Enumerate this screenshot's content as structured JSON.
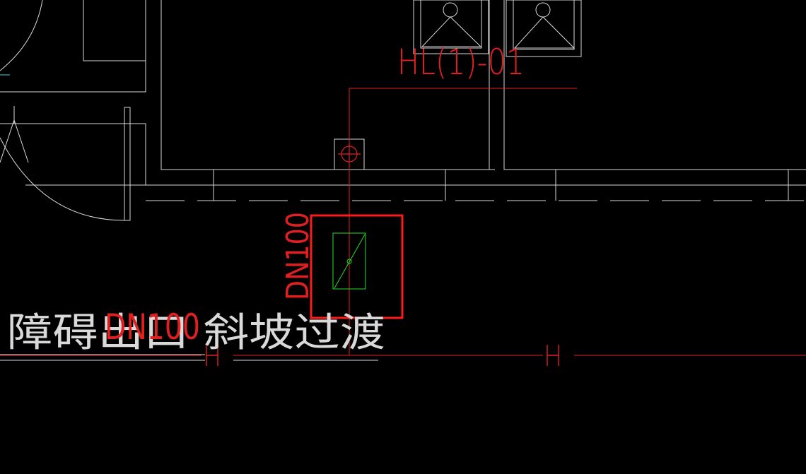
{
  "colors": {
    "background": "#000000",
    "architecture": "#d9d9d9",
    "pipe": "#e02020",
    "annotation": "#e02020",
    "valve": "#22e022",
    "highlight": "#ff1a1a",
    "accent_cyan": "#40d0e0"
  },
  "labels": {
    "riser_tag": "HL(1)-01",
    "pipe_size_vertical": "DN100",
    "pipe_size_horizontal": "DN100",
    "area_note": "障碍出口 斜坡过渡",
    "pipe_symbol_left": "H",
    "pipe_symbol_right": "H"
  },
  "symbols": {
    "riser": "riser-pipe-icon",
    "valve": "gate-valve-icon",
    "drain": "floor-drain-icon"
  }
}
